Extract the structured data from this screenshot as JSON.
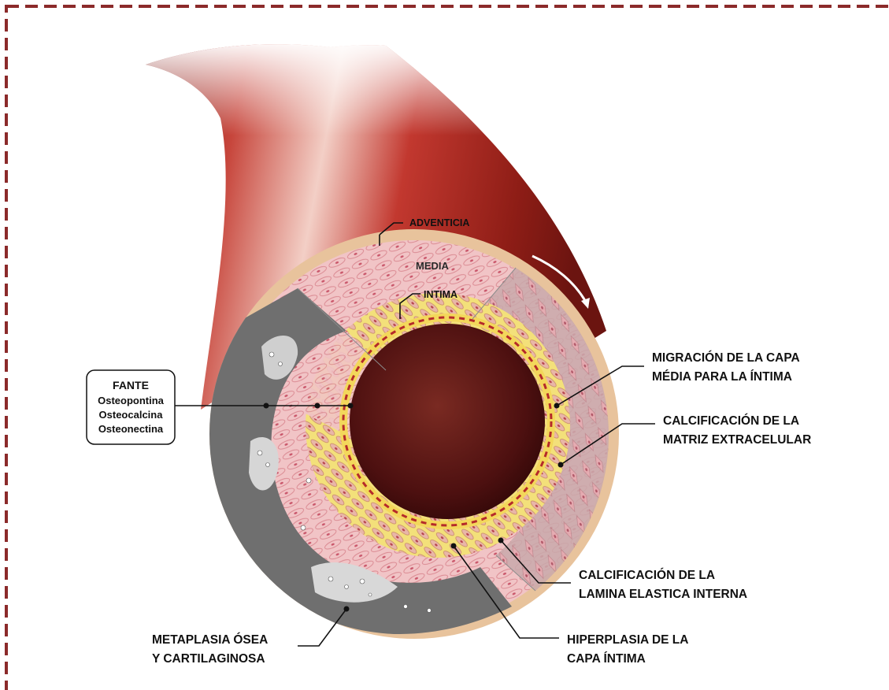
{
  "labels": {
    "adventicia": "ADVENTICIA",
    "media": "MEDIA",
    "intima": "INTIMA",
    "migracion_line1": "MIGRACIÓN DE LA CAPA",
    "migracion_line2": "MÉDIA  PARA LA ÍNTIMA",
    "calc_matriz_line1": "CALCIFICACIÓN DE LA",
    "calc_matriz_line2": "MATRIZ EXTRACELULAR",
    "calc_lamina_line1": "CALCIFICACIÓN DE LA",
    "calc_lamina_line2": "LAMINA ELASTICA INTERNA",
    "hiperplasia_line1": "HIPERPLASIA DE LA",
    "hiperplasia_line2": "CAPA ÍNTIMA",
    "metaplasia_line1": "METAPLASIA ÓSEA",
    "metaplasia_line2": "Y CARTILAGINOSA"
  },
  "fante_box": {
    "title": "FANTE",
    "items": [
      "Osteopontina",
      "Osteocalcina",
      "Osteonectina"
    ]
  },
  "colors": {
    "frame": "#8b2a2a",
    "adventitia": "#e8c39c",
    "media": "#efbcc0",
    "intima_yellow": "#f0df7a",
    "lumen": "#5a1414",
    "calcified_gray": "#6f6f6f",
    "vessel_red": "#a3231c"
  }
}
